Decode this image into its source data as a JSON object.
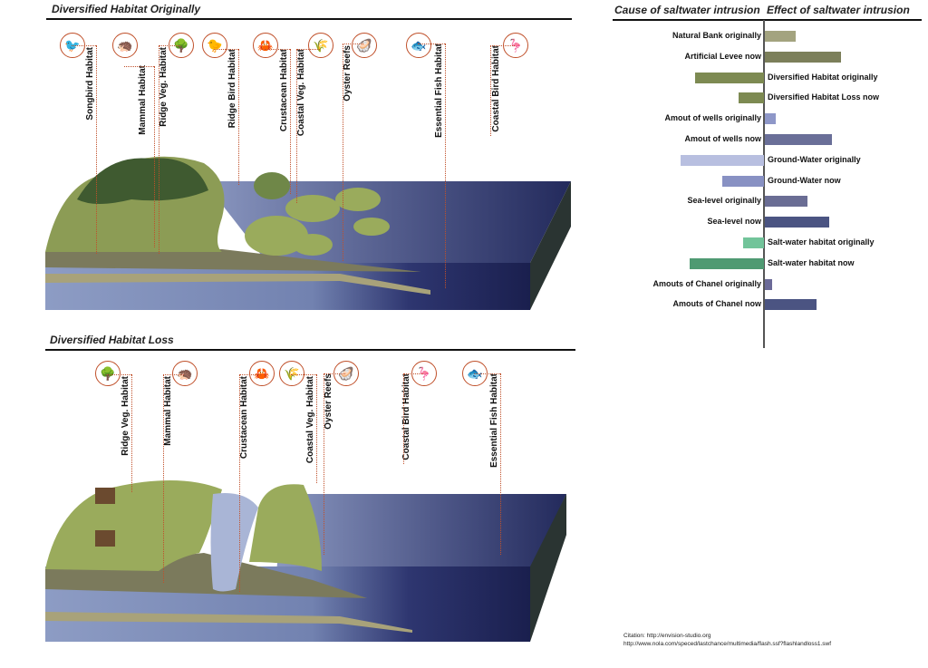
{
  "top_section": {
    "title": "Diversified Habitat Originally",
    "labels": [
      {
        "text": "Songbird Habitat",
        "icon": "songbird-icon",
        "glyph": "🐦"
      },
      {
        "text": "Mammal Habitat",
        "icon": "hedgehog-icon",
        "glyph": "🦔"
      },
      {
        "text": "Ridge Veg. Habitat",
        "icon": "tree-icon",
        "glyph": "🌳"
      },
      {
        "text": "Ridge Bird Habitat",
        "icon": "bird-icon",
        "glyph": "🐤"
      },
      {
        "text": "Crustacean Habitat",
        "icon": "crab-icon",
        "glyph": "🦀"
      },
      {
        "text": "Coastal Veg. Habitat",
        "icon": "grass-icon",
        "glyph": "🌾"
      },
      {
        "text": "Oyster Reefs",
        "icon": "oyster-icon",
        "glyph": "🦪"
      },
      {
        "text": "Essential Fish Habitat",
        "icon": "fish-icon",
        "glyph": "🐟"
      },
      {
        "text": "Coastal Bird Habitat",
        "icon": "pelican-icon",
        "glyph": "🦩"
      }
    ]
  },
  "bottom_section": {
    "title": "Diversified Habitat Loss",
    "labels": [
      {
        "text": "Ridge Veg. Habitat",
        "icon": "tree-icon",
        "glyph": "🌳"
      },
      {
        "text": "Mammal Habitat",
        "icon": "hedgehog-icon",
        "glyph": "🦔"
      },
      {
        "text": "Crustacean Habitat",
        "icon": "crab-icon",
        "glyph": "🦀"
      },
      {
        "text": "Coastal Veg. Habitat",
        "icon": "grass-icon",
        "glyph": "🌾"
      },
      {
        "text": "Oyster Reefs",
        "icon": "oyster-icon",
        "glyph": "🦪"
      },
      {
        "text": "Coastal Bird Habitat",
        "icon": "pelican-icon",
        "glyph": "🦩"
      },
      {
        "text": "Essential Fish Habitat",
        "icon": "fish-icon",
        "glyph": "🐟"
      }
    ]
  },
  "chart": {
    "left_header": "Cause of saltwater intrusion",
    "right_header": "Effect of saltwater intrusion"
  },
  "chart_data": {
    "type": "bar",
    "orientation": "horizontal-diverging",
    "title": "Cause of saltwater intrusion / Effect of saltwater intrusion",
    "xlabel": "",
    "ylabel": "",
    "negative_side": "Cause of saltwater intrusion",
    "positive_side": "Effect of saltwater intrusion",
    "units": "relative (axis unlabeled)",
    "xlim": [
      -10,
      10
    ],
    "categories": [
      "Natural Bank originally",
      "Artificial Levee now",
      "Diversified Habitat originally",
      "Diversified Habitat Loss now",
      "Amout of wells originally",
      "Amout of wells now",
      "Ground-Water originally",
      "Ground-Water now",
      "Sea-level originally",
      "Sea-level now",
      "Salt-water habitat originally",
      "Salt-water habitat now",
      "Amouts of Chanel originally",
      "Amouts of Chanel now"
    ],
    "values": [
      3.4,
      8.4,
      -7.6,
      -2.8,
      1.2,
      7.4,
      -9.2,
      -4.6,
      4.7,
      7.1,
      -2.3,
      -8.2,
      0.8,
      5.7
    ],
    "colors": [
      "#a3a37f",
      "#7c7f5a",
      "#7d8a52",
      "#7d8a52",
      "#8e97c8",
      "#6a6f98",
      "#b8bfe0",
      "#8891c3",
      "#6a6d94",
      "#4b5482",
      "#72c49a",
      "#4f9a72",
      "#6b6a98",
      "#4b5482"
    ],
    "label_side": [
      "left",
      "left",
      "right",
      "right",
      "left",
      "left",
      "right",
      "right",
      "left",
      "left",
      "right",
      "right",
      "left",
      "left"
    ],
    "grid": false,
    "legend": "none"
  },
  "citation": {
    "line1": "Citation: http://envision-studio.org",
    "line2": "http://www.nola.com/speced/lastchance/multimedia/flash.ssf?flashlandloss1.swf"
  }
}
